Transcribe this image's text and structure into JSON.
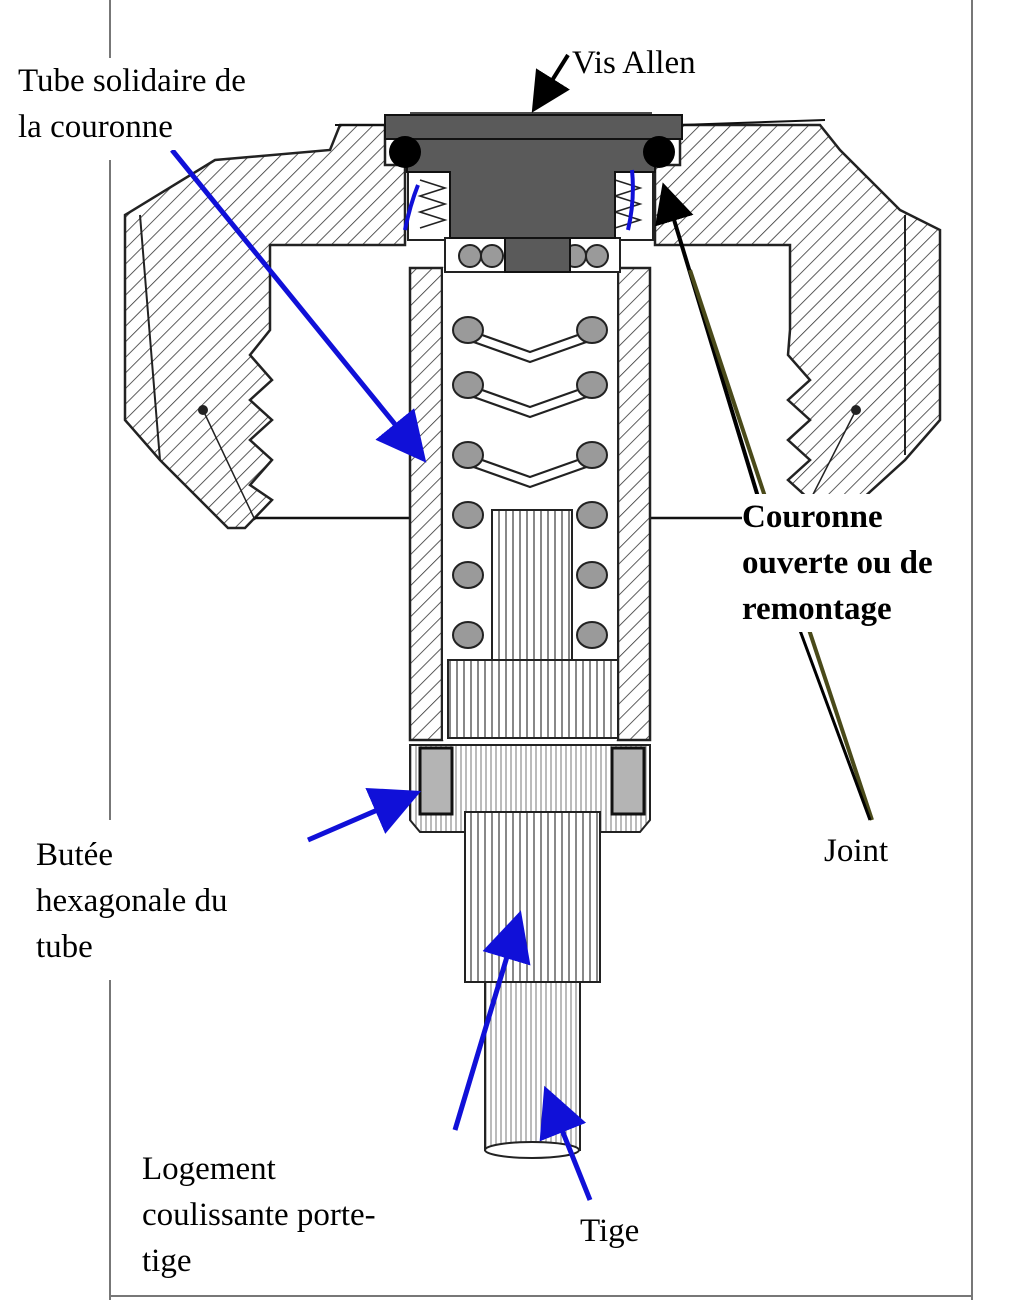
{
  "labels": {
    "vis_allen": "Vis Allen",
    "tube_solidaire": [
      "Tube solidaire de",
      "la couronne"
    ],
    "couronne": [
      "Couronne",
      "ouverte ou de",
      "remontage"
    ],
    "joint": "Joint",
    "butee": [
      "Butée",
      "hexagonale du",
      "tube"
    ],
    "logement": [
      "Logement",
      "coulissante porte-",
      "tige"
    ],
    "tige": "Tige"
  },
  "colors": {
    "arrow_blue": "#1010d8",
    "arrow_black": "#000000",
    "arrow_olive": "#4a4a1a",
    "hatch": "#333333",
    "screw_fill": "#5a5a5a",
    "nut_fill": "#b4b4b4"
  }
}
